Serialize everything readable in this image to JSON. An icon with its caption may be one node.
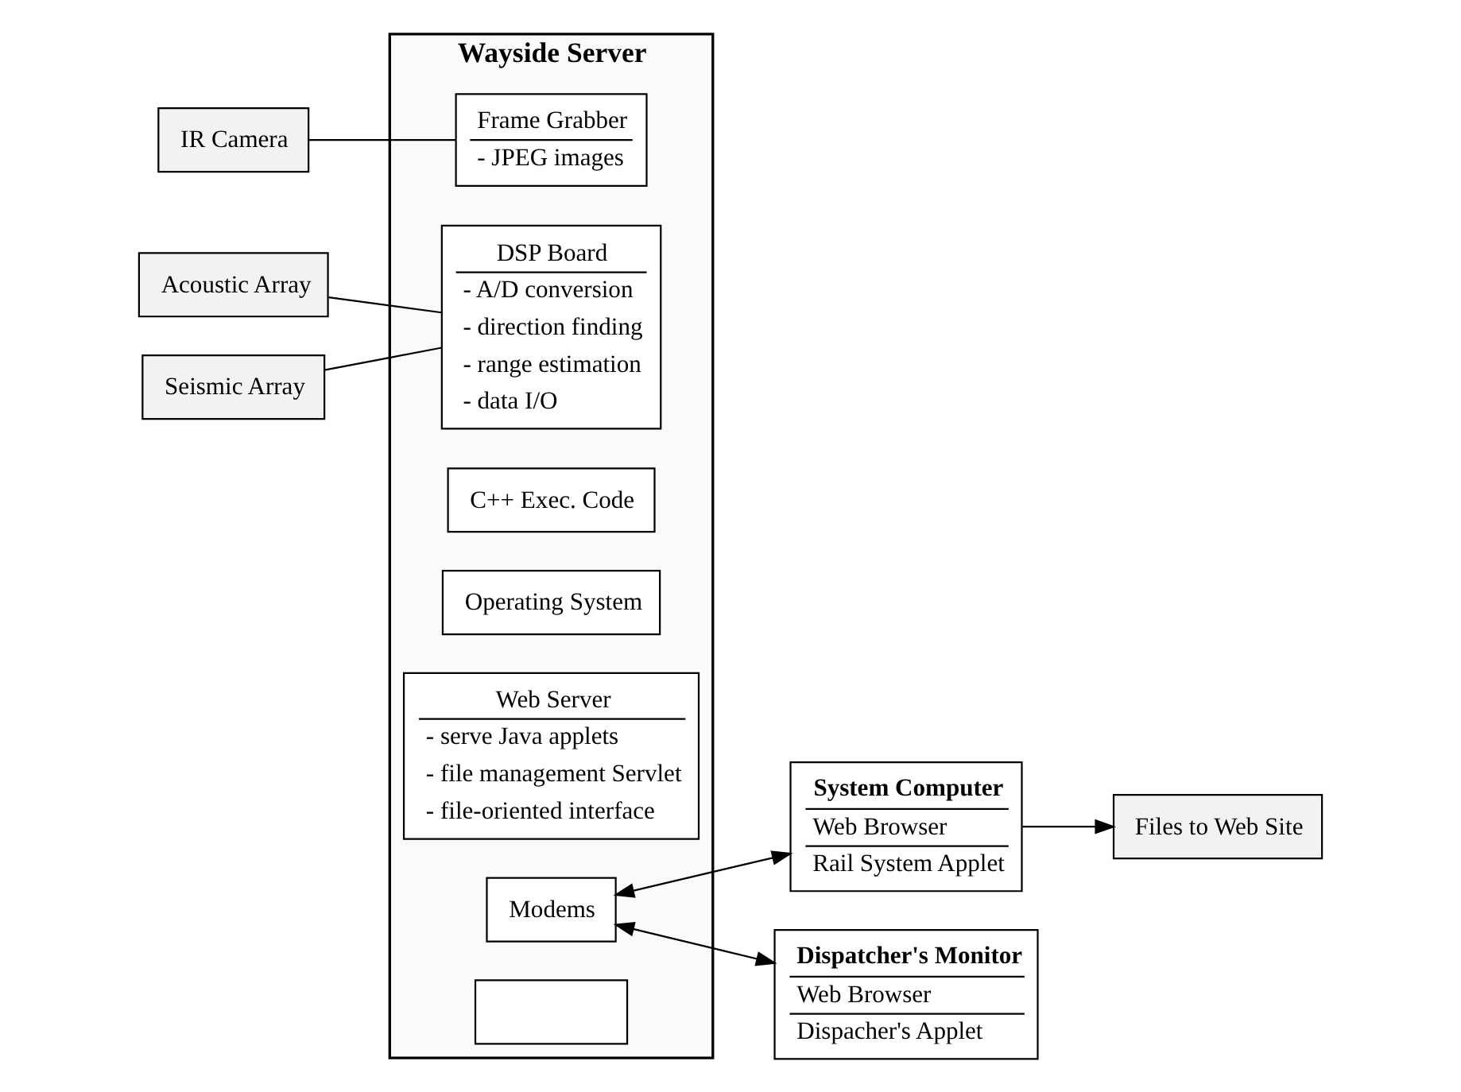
{
  "diagram": {
    "nodes": [
      {
        "text": [
          "Wayside Server"
        ]
      },
      {
        "text": [
          "Frame Grabber",
          "- JPEG images"
        ],
        "in": 0
      },
      {
        "text": [
          "DSP Board",
          "- A/D conversion",
          "- direction finding",
          "- range estimation",
          "- data I/O"
        ],
        "in": 0
      },
      {
        "text": [
          "C++ Exec. Code"
        ],
        "in": 0
      },
      {
        "text": [
          "Operating System"
        ],
        "in": 0
      },
      {
        "text": [
          "Web Server",
          "- serve Java applets",
          "- file management Servlet",
          "- file-oriented interface"
        ],
        "in": 0
      },
      {
        "text": [
          "Modems"
        ],
        "in": 0
      },
      {
        "text": [],
        "shape": "box",
        "in": 0
      },
      {
        "text": [
          "IR Camera"
        ]
      },
      {
        "text": [
          "Acoustic Array"
        ]
      },
      {
        "text": [
          "Seismic Array"
        ]
      },
      {
        "text": [
          "System Computer",
          "Web Browser",
          "Rail System Applet"
        ]
      },
      {
        "text": [
          "Dispatcher's Monitor",
          "Web Browser",
          "Dispacher's Applet"
        ]
      },
      {
        "text": [
          "Files to Web Site"
        ]
      }
    ],
    "edges": [
      {
        "from": 8,
        "to": 1,
        "arrow": "none"
      },
      {
        "from": 9,
        "to": 2,
        "arrow": "none"
      },
      {
        "from": 10,
        "to": 2,
        "arrow": "none"
      },
      {
        "from": 6,
        "to": 11,
        "arrow": "both"
      },
      {
        "from": 6,
        "to": 12,
        "arrow": "both"
      },
      {
        "from": 11,
        "to": 13,
        "arrow": "to"
      }
    ]
  }
}
